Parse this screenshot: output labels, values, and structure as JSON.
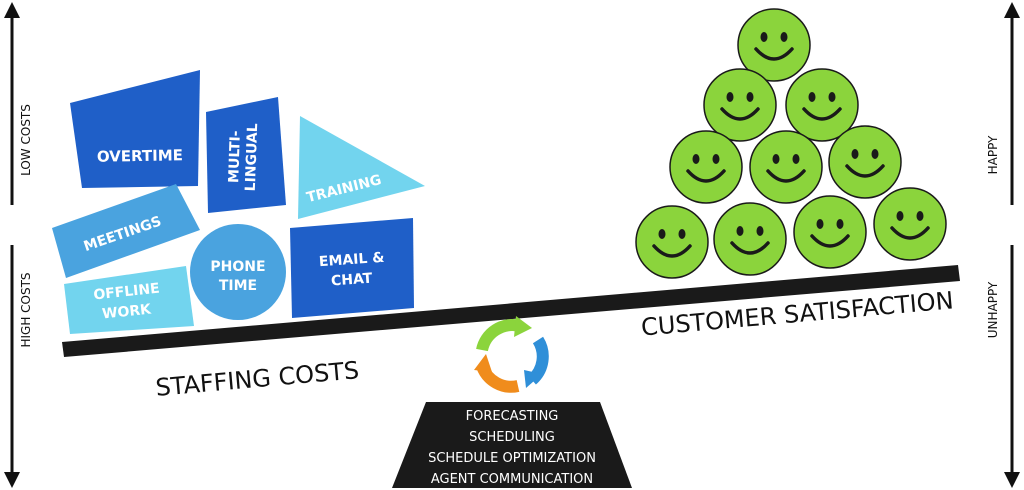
{
  "left_axis": {
    "top_label": "LOW COSTS",
    "bottom_label": "HIGH COSTS"
  },
  "right_axis": {
    "top_label": "HAPPY",
    "bottom_label": "UNHAPPY"
  },
  "beam": {
    "left_label": "STAFFING COSTS",
    "right_label": "CUSTOMER SATISFACTION"
  },
  "cost_blocks": {
    "overtime": "OVERTIME",
    "multilingual_line1": "MULTI-",
    "multilingual_line2": "LINGUAL",
    "training": "TRAINING",
    "meetings": "MEETINGS",
    "phone_line1": "PHONE",
    "phone_line2": "TIME",
    "email_line1": "EMAIL &",
    "email_line2": "CHAT",
    "offline_line1": "OFFLINE",
    "offline_line2": "WORK"
  },
  "fulcrum": {
    "items": [
      "FORECASTING",
      "SCHEDULING",
      "SCHEDULE OPTIMIZATION",
      "AGENT COMMUNICATION"
    ]
  },
  "colors": {
    "dark_blue": "#1f5fc8",
    "medium_blue": "#4aa3df",
    "light_cyan": "#72d4ee",
    "smiley_green": "#8bd43c",
    "beam": "#1a1a1a"
  },
  "icons": [
    "recycle-arrows-icon",
    "smiley-face-icon"
  ]
}
